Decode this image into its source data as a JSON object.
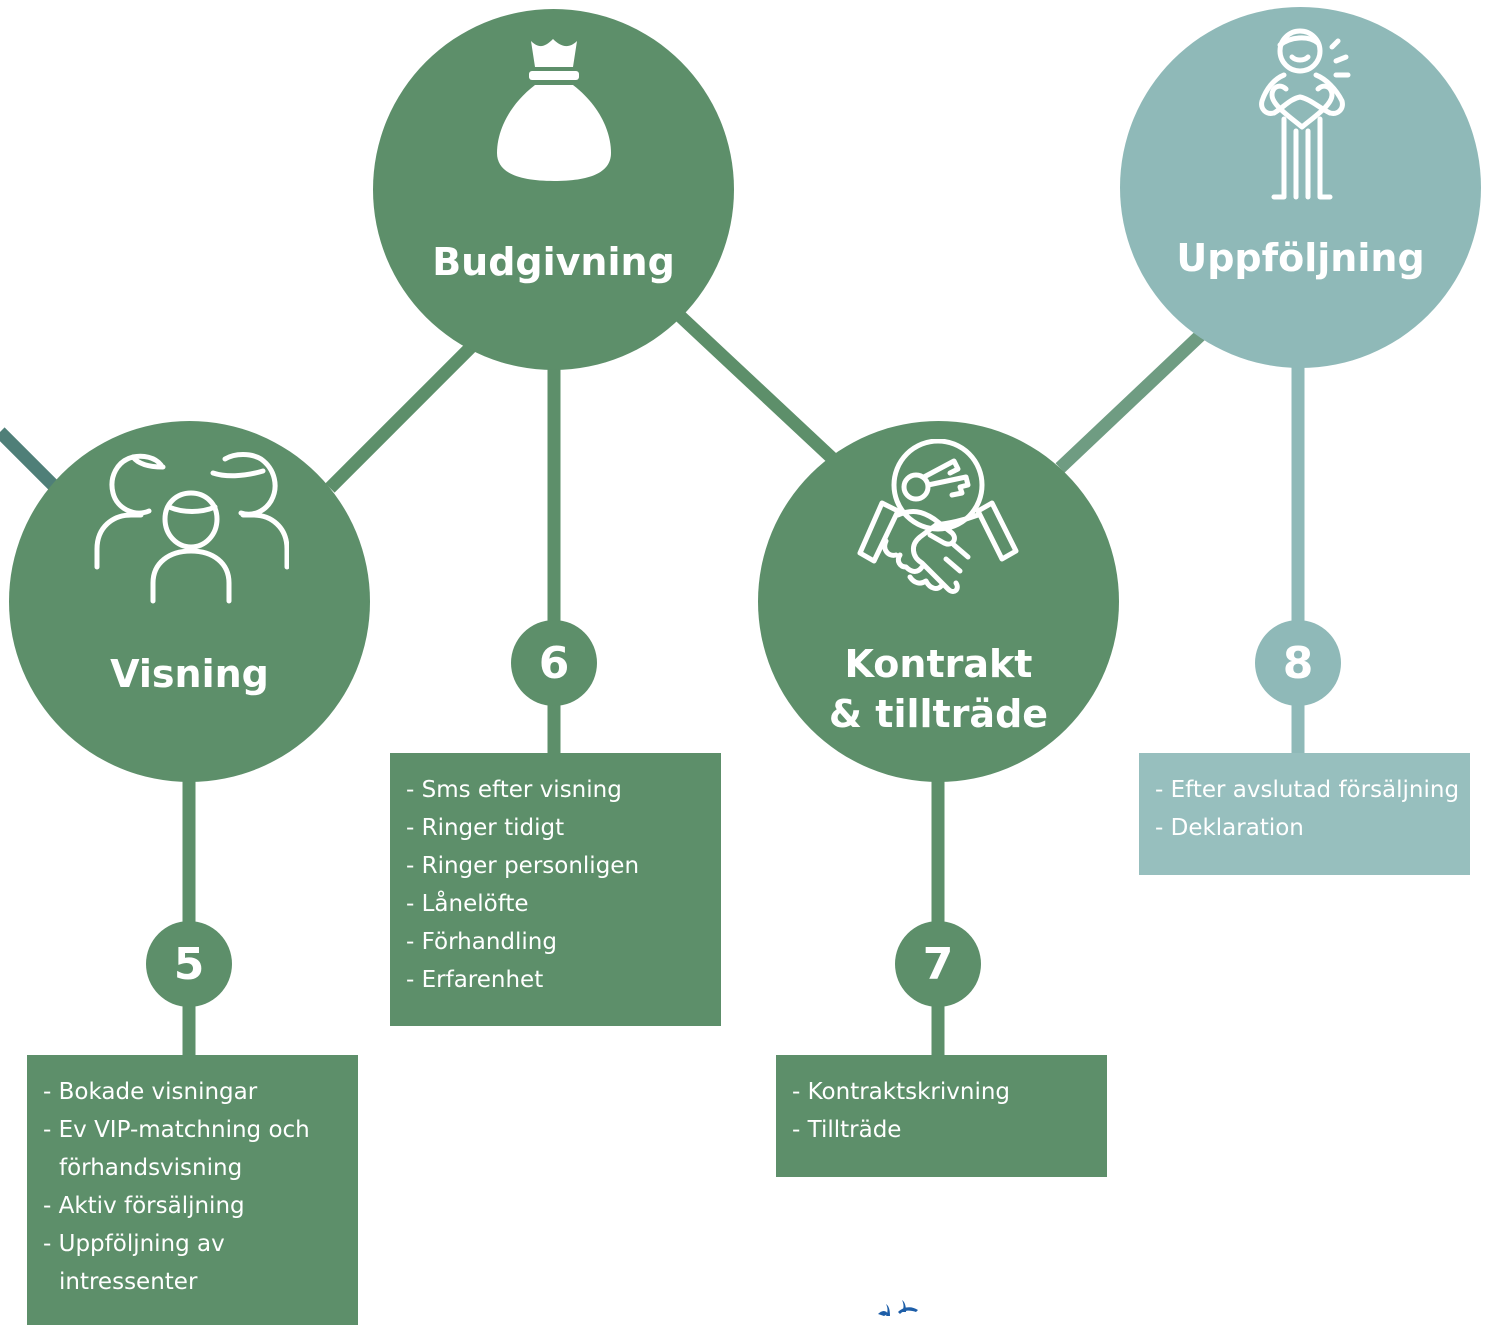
{
  "colors": {
    "green": "#5d8f6a",
    "teal": "#8fb9b8",
    "teal_box": "#97bfbe",
    "line_dark": "#4f7f78",
    "logo_blue": "#1d5ea8"
  },
  "steps": [
    {
      "number": "5",
      "title": "Visning",
      "icon": "people-group-icon",
      "items": [
        "- Bokade visningar",
        "- Ev VIP-matchning och",
        "förhandsvisning",
        "- Aktiv försäljning",
        "- Uppföljning av",
        "intressenter"
      ]
    },
    {
      "number": "6",
      "title": "Budgivning",
      "icon": "money-bag-icon",
      "items": [
        "- Sms efter visning",
        "- Ringer tidigt",
        "- Ringer personligen",
        "- Lånelöfte",
        "- Förhandling",
        "- Erfarenhet"
      ]
    },
    {
      "number": "7",
      "title_line1": "Kontrakt",
      "title_line2": "& tillträde",
      "icon": "handshake-keys-icon",
      "items": [
        "- Kontraktskrivning",
        "- Tillträde"
      ]
    },
    {
      "number": "8",
      "title": "Uppföljning",
      "icon": "happy-person-icon",
      "items": [
        "- Efter avslutad försäljning",
        "- Deklaration"
      ]
    }
  ],
  "logo": {
    "icon": "birds-logo-icon"
  }
}
